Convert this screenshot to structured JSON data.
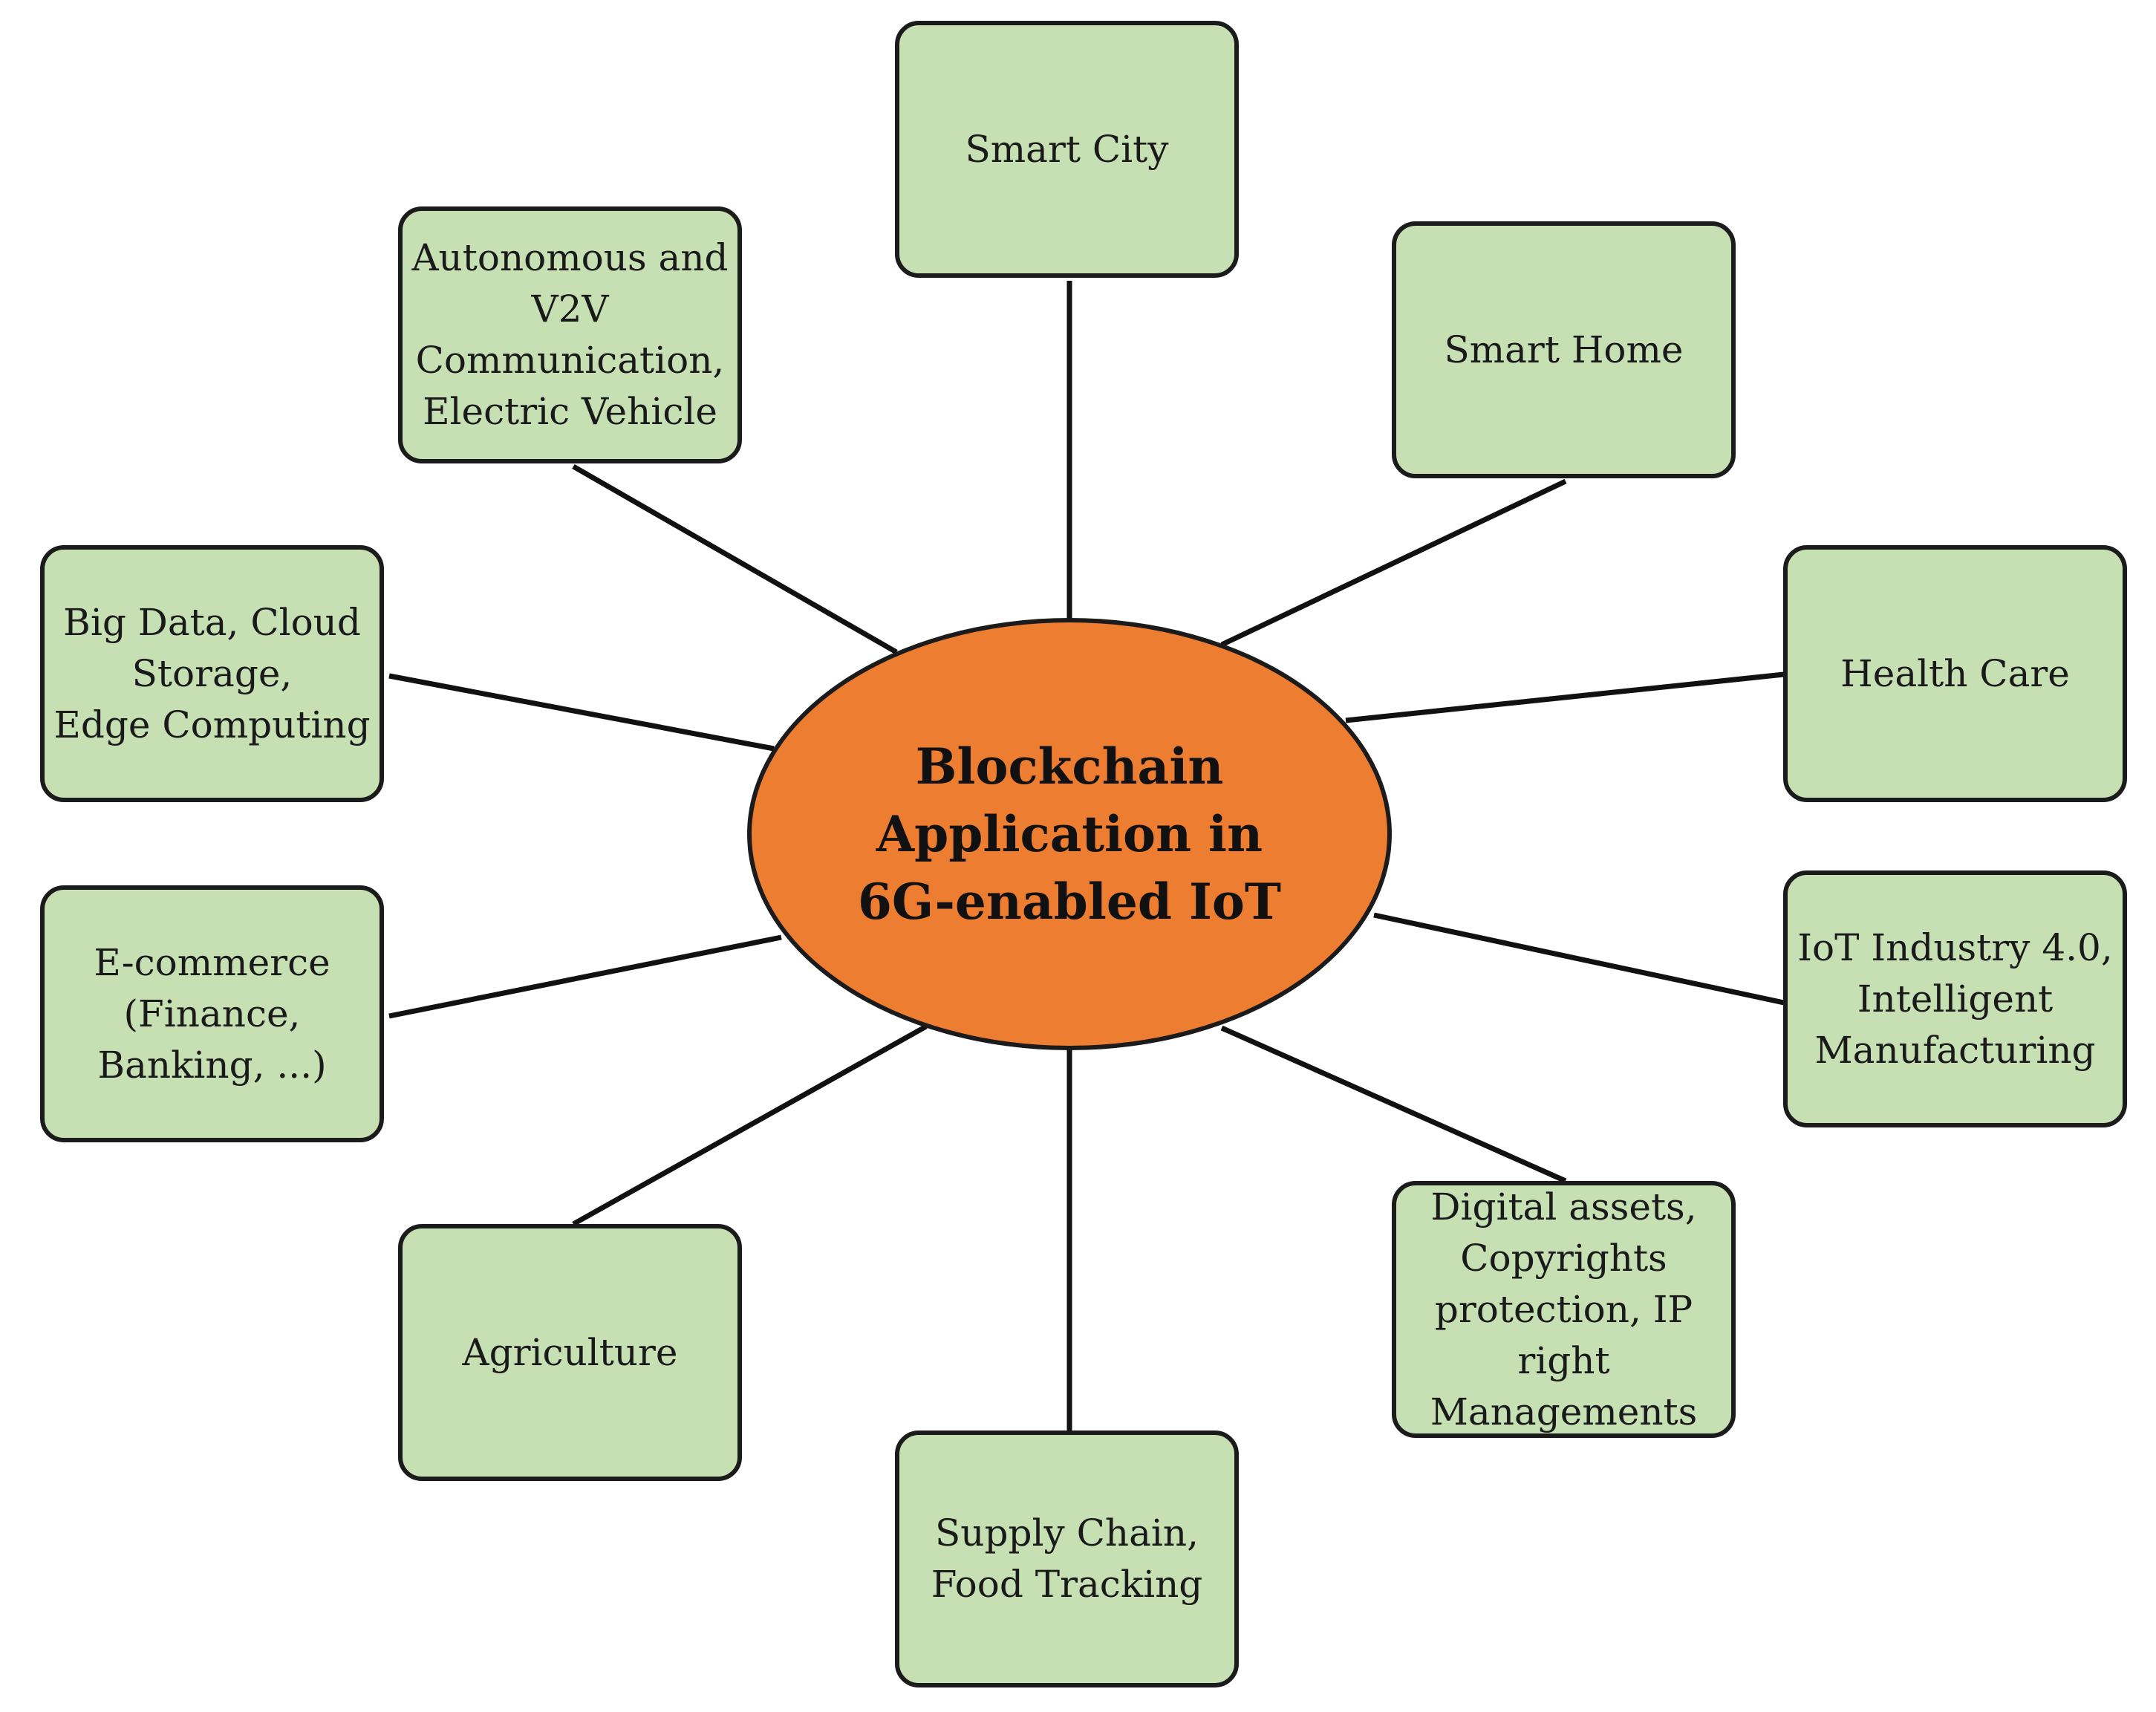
{
  "center": {
    "label": "Blockchain\nApplication in\n6G-enabled IoT",
    "fill_color": "#ed7d31"
  },
  "node_fill_color": "#c6e0b4",
  "nodes": [
    {
      "id": "smart-city",
      "label": "Smart City"
    },
    {
      "id": "smart-home",
      "label": "Smart Home"
    },
    {
      "id": "health-care",
      "label": "Health Care"
    },
    {
      "id": "iot-industry",
      "label": "IoT Industry 4.0,\nIntelligent\nManufacturing"
    },
    {
      "id": "digital-assets",
      "label": "Digital assets,\nCopyrights\nprotection, IP\nright\nManagements"
    },
    {
      "id": "supply-chain",
      "label": "Supply Chain,\nFood Tracking"
    },
    {
      "id": "agriculture",
      "label": "Agriculture"
    },
    {
      "id": "e-commerce",
      "label": "E-commerce\n(Finance,\nBanking, ...)"
    },
    {
      "id": "big-data",
      "label": "Big Data, Cloud\nStorage,\nEdge Computing"
    },
    {
      "id": "autonomous-v2v",
      "label": "Autonomous and\nV2V\nCommunication,\nElectric Vehicle"
    }
  ]
}
